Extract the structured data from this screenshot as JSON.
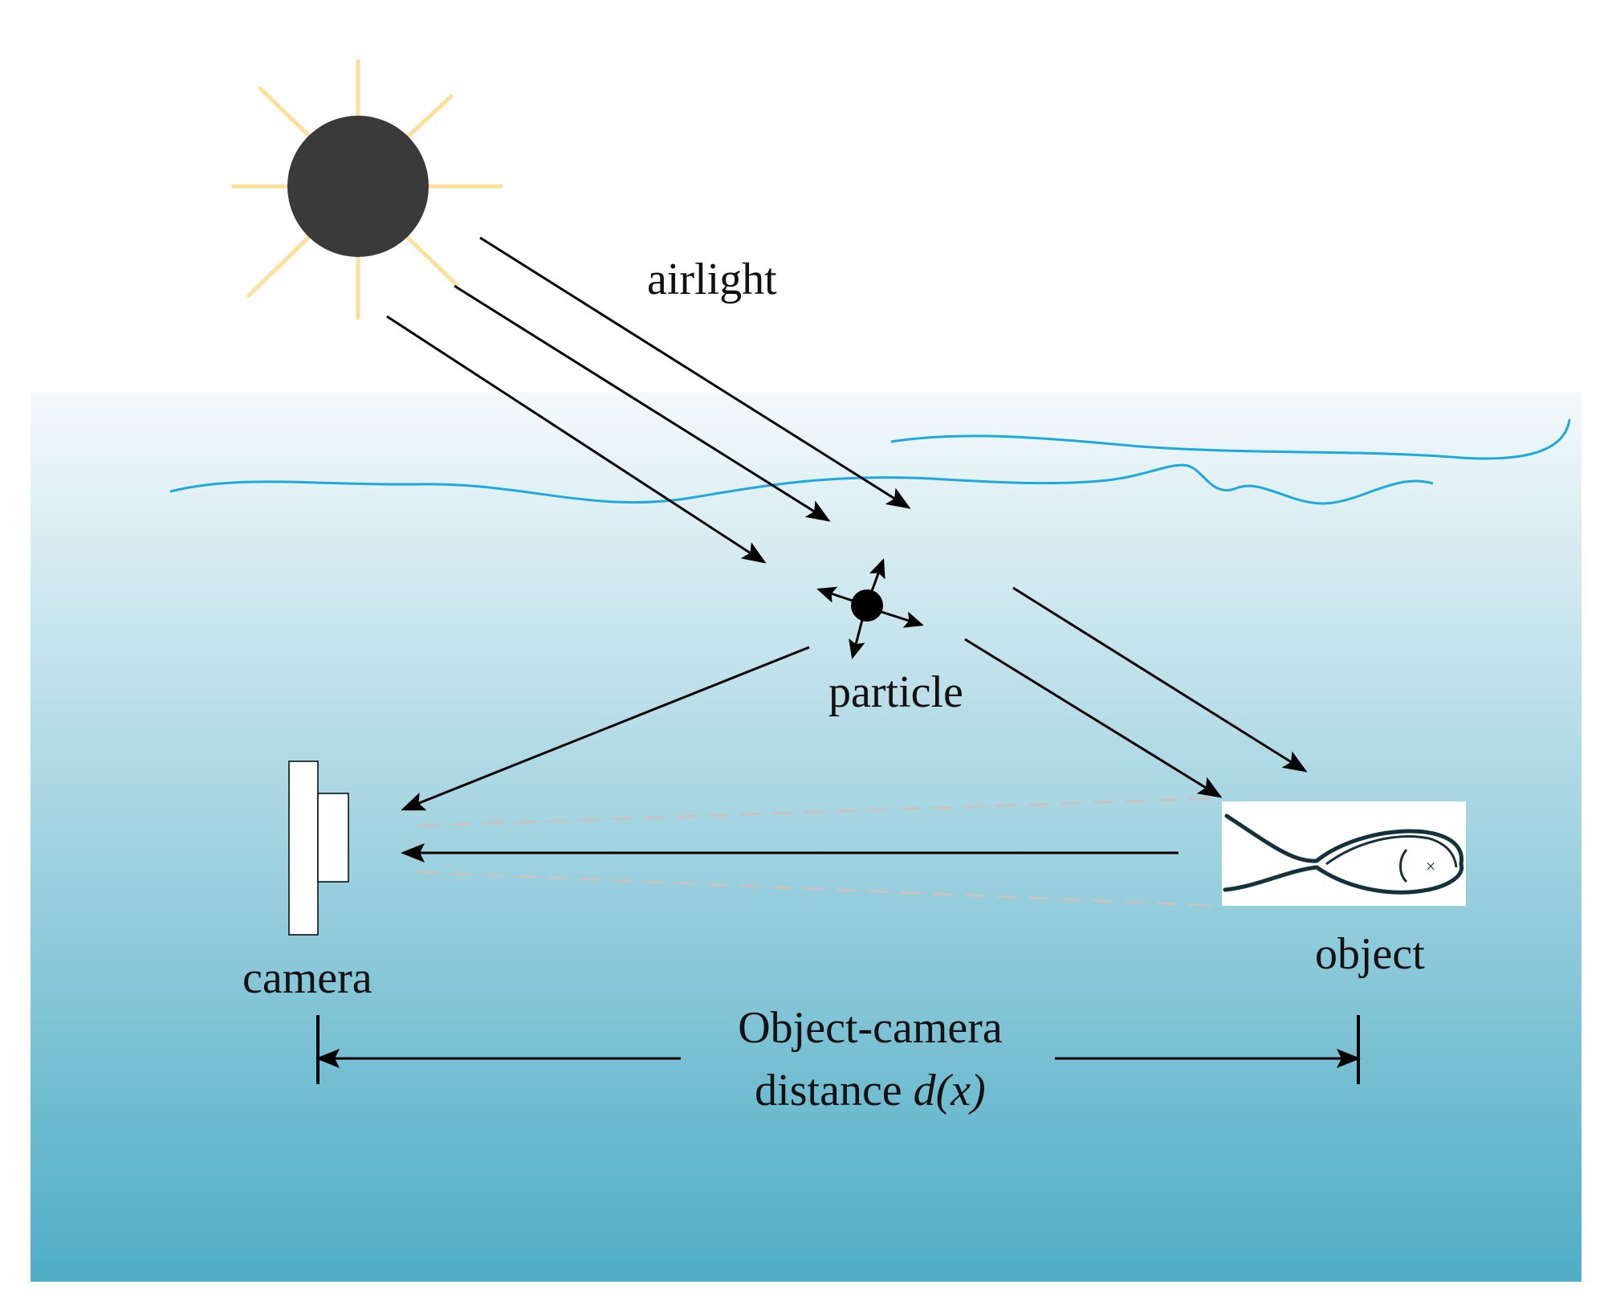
{
  "labels": {
    "airlight": "airlight",
    "particle": "particle",
    "camera": "camera",
    "object": "object",
    "distance_line1": "Object-camera",
    "distance_line2_prefix": "distance ",
    "distance_line2_symbol": "d(x)"
  },
  "icons": {
    "sun": "sun-icon",
    "particle": "particle-icon",
    "camera": "camera-icon",
    "fish": "fish-icon"
  },
  "colors": {
    "water_top": "#f4f9fb",
    "water_bottom": "#4fadc6",
    "wave": "#1da8e0",
    "sun_body": "#3a3a3a",
    "sun_rays": "#fbdf9a",
    "arrow": "#000000",
    "fish": "#15323c",
    "dashed": "#c8c3c0"
  }
}
